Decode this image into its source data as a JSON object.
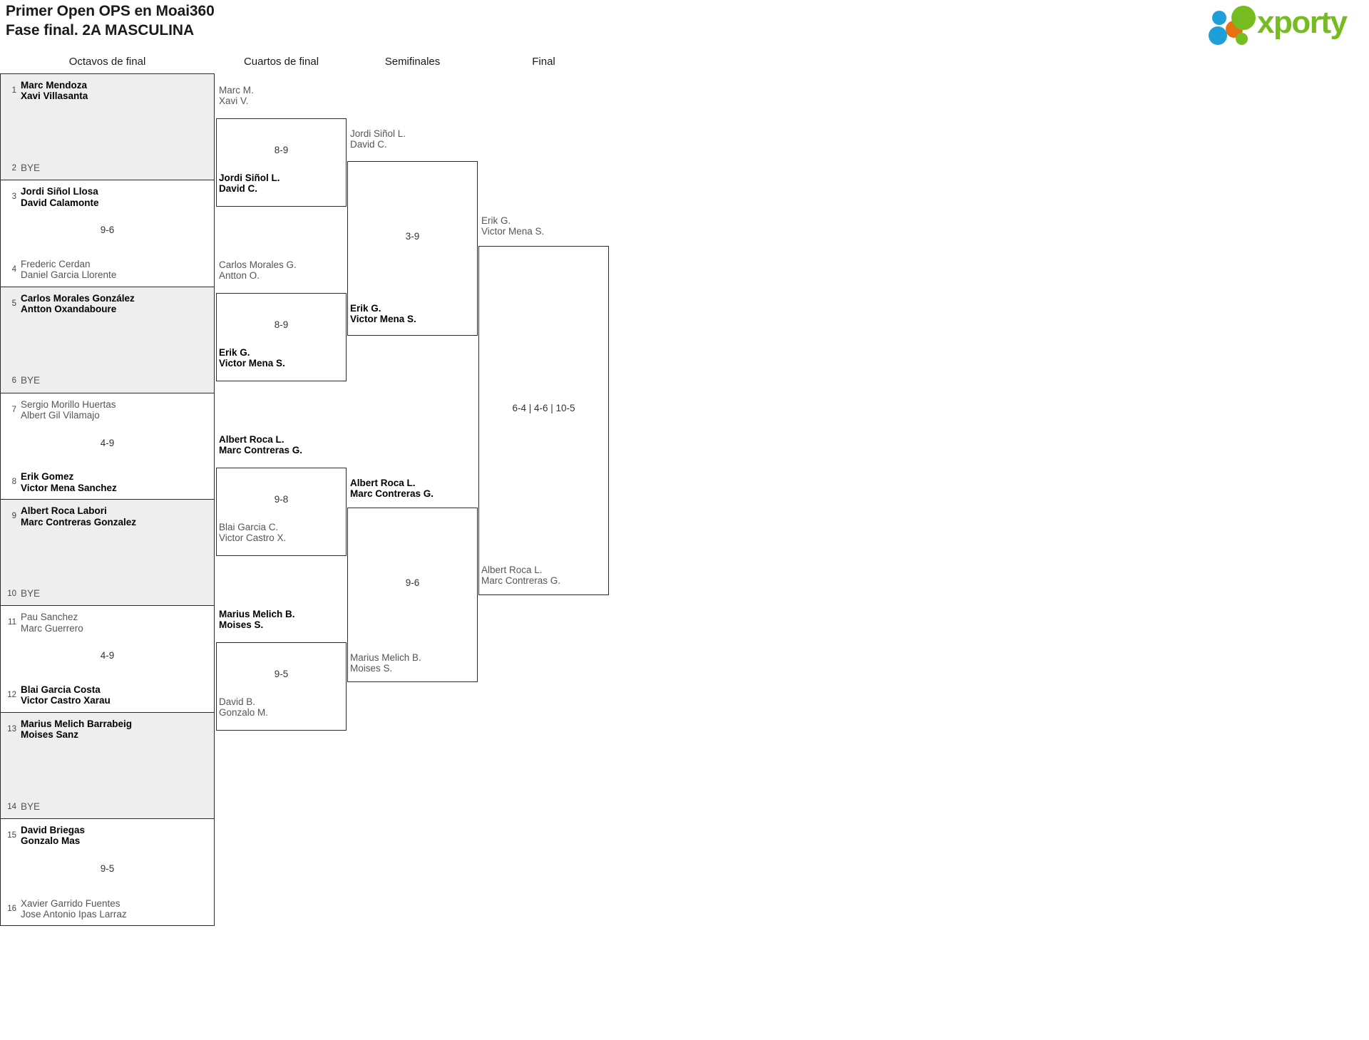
{
  "header": {
    "title": "Primer Open OPS en Moai360\nFase final. 2A MASCULINA",
    "brand": "xporty",
    "brand_color": "#76bc21",
    "logo_dot_colors": [
      "#1e9fd8",
      "#e8700f",
      "#76bc21",
      "#1e9fd8",
      "#76bc21"
    ]
  },
  "rounds": {
    "r16": "Octavos de final",
    "qf": "Cuartos de final",
    "sf": "Semifinales",
    "final": "Final"
  },
  "r16": [
    {
      "seed_top": "1",
      "top": [
        "Marc Mendoza",
        "Xavi Villasanta"
      ],
      "top_result": "winner",
      "seed_bot": "2",
      "bot": [
        "BYE"
      ],
      "bot_result": "bye",
      "score": "",
      "bye": true
    },
    {
      "seed_top": "3",
      "top": [
        "Jordi Siñol Llosa",
        "David Calamonte"
      ],
      "top_result": "winner",
      "seed_bot": "4",
      "bot": [
        "Frederic Cerdan",
        "Daniel Garcia Llorente"
      ],
      "bot_result": "loser",
      "score": "9-6",
      "bye": false
    },
    {
      "seed_top": "5",
      "top": [
        "Carlos Morales González",
        "Antton Oxandaboure"
      ],
      "top_result": "winner",
      "seed_bot": "6",
      "bot": [
        "BYE"
      ],
      "bot_result": "bye",
      "score": "",
      "bye": true
    },
    {
      "seed_top": "7",
      "top": [
        "Sergio Morillo Huertas",
        "Albert Gil Vilamajo"
      ],
      "top_result": "loser",
      "seed_bot": "8",
      "bot": [
        "Erik Gomez",
        "Victor Mena Sanchez"
      ],
      "bot_result": "winner",
      "score": "4-9",
      "bye": false
    },
    {
      "seed_top": "9",
      "top": [
        "Albert Roca Labori",
        "Marc Contreras Gonzalez"
      ],
      "top_result": "winner",
      "seed_bot": "10",
      "bot": [
        "BYE"
      ],
      "bot_result": "bye",
      "score": "",
      "bye": true
    },
    {
      "seed_top": "11",
      "top": [
        "Pau Sanchez",
        "Marc Guerrero"
      ],
      "top_result": "loser",
      "seed_bot": "12",
      "bot": [
        "Blai Garcia Costa",
        "Victor Castro Xarau"
      ],
      "bot_result": "winner",
      "score": "4-9",
      "bye": false
    },
    {
      "seed_top": "13",
      "top": [
        "Marius Melich Barrabeig",
        "Moises Sanz"
      ],
      "top_result": "winner",
      "seed_bot": "14",
      "bot": [
        "BYE"
      ],
      "bot_result": "bye",
      "score": "",
      "bye": true
    },
    {
      "seed_top": "15",
      "top": [
        "David Briegas",
        "Gonzalo Mas"
      ],
      "top_result": "winner",
      "seed_bot": "16",
      "bot": [
        "Xavier Garrido Fuentes",
        "Jose Antonio Ipas Larraz"
      ],
      "bot_result": "loser",
      "score": "9-5",
      "bye": false
    }
  ],
  "qf": [
    {
      "top": [
        "Marc M.",
        "Xavi V."
      ],
      "top_result": "loser",
      "bot": [
        "Jordi Siñol L.",
        "David C."
      ],
      "bot_result": "winner",
      "score": "8-9"
    },
    {
      "top": [
        "Carlos Morales G.",
        "Antton O."
      ],
      "top_result": "loser",
      "bot": [
        "Erik G.",
        "Victor Mena S."
      ],
      "bot_result": "winner",
      "score": "8-9"
    },
    {
      "top": [
        "Albert Roca L.",
        "Marc Contreras G."
      ],
      "top_result": "winner",
      "bot": [
        "Blai Garcia C.",
        "Victor Castro X."
      ],
      "bot_result": "loser",
      "score": "9-8"
    },
    {
      "top": [
        "Marius Melich B.",
        "Moises S."
      ],
      "top_result": "winner",
      "bot": [
        "David B.",
        "Gonzalo M."
      ],
      "bot_result": "loser",
      "score": "9-5"
    }
  ],
  "sf": [
    {
      "top": [
        "Jordi Siñol L.",
        "David C."
      ],
      "top_result": "loser",
      "bot": [
        "Erik G.",
        "Victor Mena S."
      ],
      "bot_result": "winner",
      "score": "3-9"
    },
    {
      "top": [
        "Albert Roca L.",
        "Marc Contreras G."
      ],
      "top_result": "winner",
      "bot": [
        "Marius Melich B.",
        "Moises S."
      ],
      "bot_result": "loser",
      "score": "9-6"
    }
  ],
  "final": {
    "top": [
      "Erik G.",
      "Victor Mena S."
    ],
    "top_result": "loser",
    "bot": [
      "Albert Roca L.",
      "Marc Contreras G."
    ],
    "bot_result": "loser",
    "score": "6-4 | 4-6 | 10-5"
  }
}
